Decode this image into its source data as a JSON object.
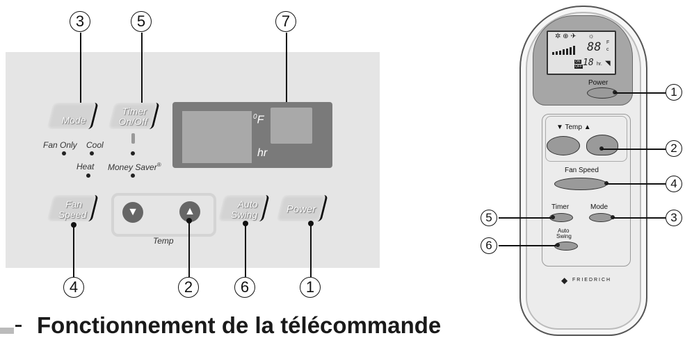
{
  "control_panel": {
    "buttons": {
      "mode": "Mode",
      "timer_line1": "Timer",
      "timer_line2": "On/Off",
      "fan_line1": "Fan",
      "fan_line2": "Speed",
      "auto_line1": "Auto",
      "auto_line2": "Swing",
      "power": "Power"
    },
    "indicators": {
      "fan_only": "Fan Only",
      "cool": "Cool",
      "heat": "Heat",
      "money_saver": "Money Saver",
      "money_saver_mark": "®",
      "temp_label": "Temp"
    },
    "display": {
      "unit": "F",
      "unit_prefix": "0",
      "hour": "hr"
    },
    "callouts_top": [
      "3",
      "5",
      "7"
    ],
    "callouts_bottom": [
      "4",
      "2",
      "6",
      "1"
    ]
  },
  "remote": {
    "labels": {
      "power": "Power",
      "temp": "Temp",
      "fan_speed": "Fan Speed",
      "timer": "Timer",
      "mode": "Mode",
      "auto_line1": "Auto",
      "auto_line2": "Swing",
      "brand": "FRIEDRICH"
    },
    "lcd": {
      "temp_digits": "88",
      "unit_f": "F",
      "unit_c": "c",
      "timer_digits": "18",
      "timer_unit": "hr.",
      "on": "ON",
      "off": "OFF"
    },
    "callouts_right": [
      "1",
      "2",
      "4",
      "3"
    ],
    "callouts_left": [
      "5",
      "6"
    ]
  },
  "heading": {
    "text": "Fonctionnement de la télécommande"
  },
  "colors": {
    "panel_bg": "#e5e5e5",
    "display_bg": "#7a7a7a",
    "window_bg": "#a9a9a9"
  }
}
